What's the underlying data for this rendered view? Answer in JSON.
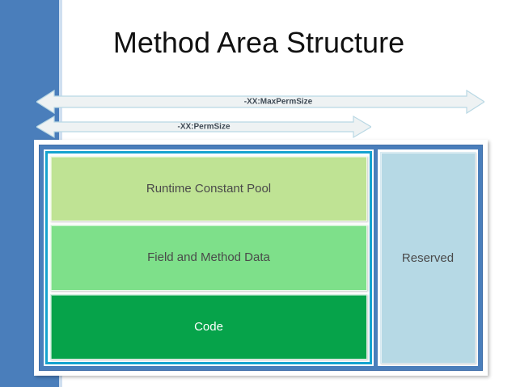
{
  "slide": {
    "title": "Method Area Structure",
    "background_color": "#ffffff",
    "accent_bar_color": "#4a7ebb"
  },
  "arrows": [
    {
      "name": "max-perm-size",
      "label": "-XX:MaxPermSize",
      "style": "double-headed",
      "fill_color": "#eef2f3",
      "outline_color": "#b9d8e4"
    },
    {
      "name": "perm-size",
      "label": "-XX:PermSize",
      "style": "double-headed",
      "fill_color": "#eef2f3",
      "outline_color": "#b9d8e4"
    }
  ],
  "method_area": {
    "container_color": "#4a7ebb",
    "stack_border_color": "#16a3cf",
    "boxes": [
      {
        "label": "Runtime Constant Pool",
        "color": "#bfe394",
        "text_color": "#4a4a4a"
      },
      {
        "label": "Field and Method Data",
        "color": "#7ee08a",
        "text_color": "#4a4a4a"
      },
      {
        "label": "Code",
        "color": "#06a34a",
        "text_color": "#ffffff"
      }
    ],
    "reserved": {
      "label": "Reserved",
      "color": "#b6d9e5",
      "text_color": "#4a4a4a"
    }
  }
}
